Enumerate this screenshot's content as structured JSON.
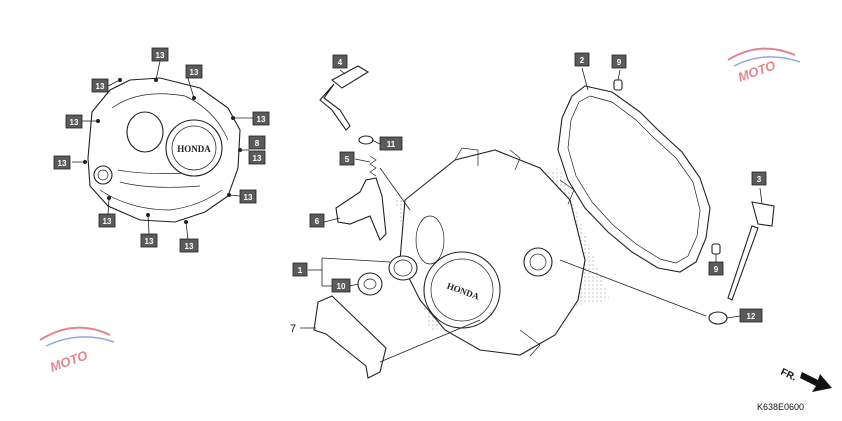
{
  "diagram": {
    "code": "K638E0600",
    "direction_label": "FR.",
    "emblem_text": "HONDA",
    "watermark_text": "MOTO",
    "plain_labels": {
      "p7": "7"
    },
    "callouts": {
      "c13a": "13",
      "c13b": "13",
      "c13c": "13",
      "c13d": "13",
      "c13e": "13",
      "c13f": "13",
      "c13g": "13",
      "c13h": "13",
      "c13i": "13",
      "c13j": "13",
      "c13k": "13",
      "c8": "8",
      "c4": "4",
      "c11": "11",
      "c5": "5",
      "c6": "6",
      "c1": "1",
      "c10": "10",
      "c2": "2",
      "c9a": "9",
      "c9b": "9",
      "c3": "3",
      "c12": "12"
    }
  }
}
